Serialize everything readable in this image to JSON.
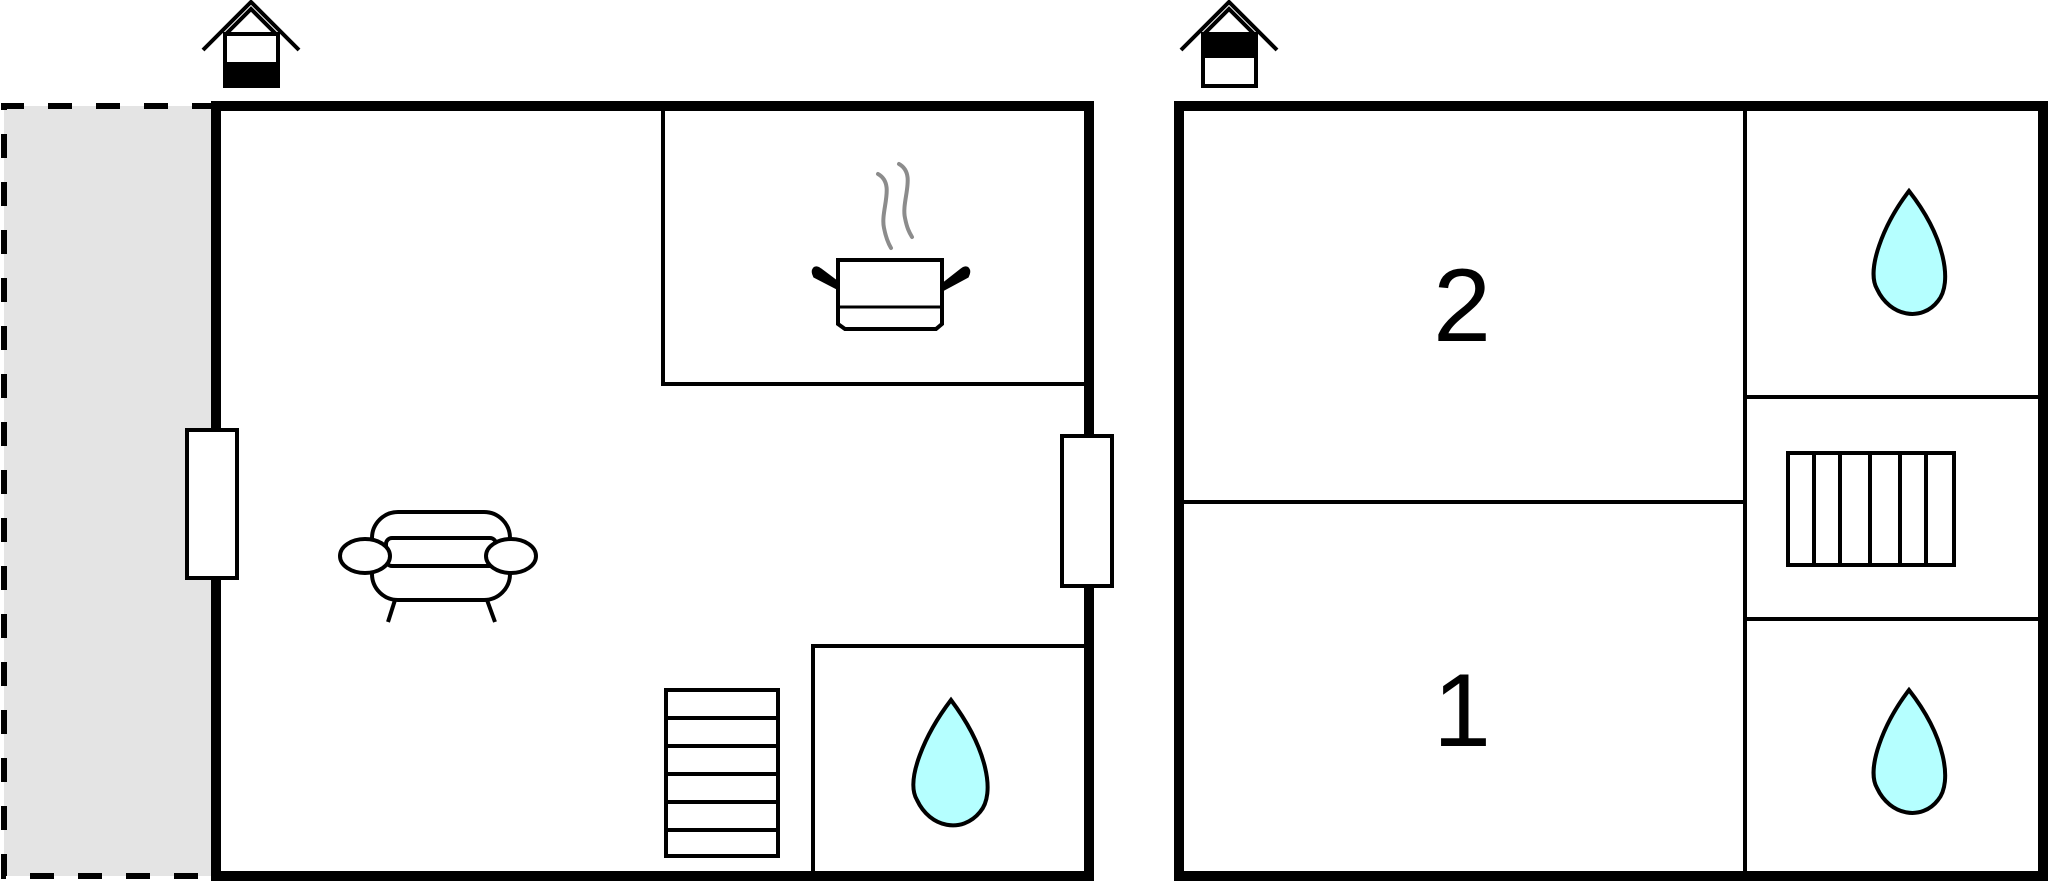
{
  "floors": [
    {
      "id": "ground-floor",
      "icons": [
        "house-floor-indicator-icon",
        "sofa-icon",
        "cooking-pot-icon",
        "radiator-icon",
        "water-drop-icon"
      ],
      "rooms": []
    },
    {
      "id": "upper-floor",
      "icons": [
        "house-floor-indicator-icon",
        "radiator-icon",
        "water-drop-icon",
        "water-drop-icon"
      ],
      "rooms": [
        {
          "label": "2"
        },
        {
          "label": "1"
        }
      ]
    }
  ],
  "colors": {
    "wall": "#000000",
    "terrace": "#e4e4e4",
    "water": "#b5ffff",
    "steam": "#8c8c8c"
  }
}
